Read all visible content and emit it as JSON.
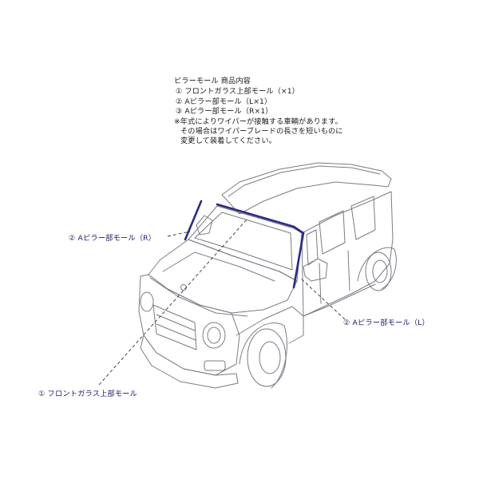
{
  "notes": {
    "title": "ピラーモール 商品内容",
    "items": [
      "① フロントガラス上部モール（×1）",
      "② Aピラー部モール（L×1）",
      "③ Aピラー部モール（R×1）"
    ],
    "caution": [
      "※年式によりワイパーが接触する車輌があります。",
      "その場合はワイパーブレードの長さを短いものに",
      "変更して装着してください。"
    ]
  },
  "callouts": {
    "pillar_right": "② Aピラー部モール（R）",
    "pillar_left": "② Aピラー部モール（L）",
    "windshield_top": "① フロントガラス上部モール"
  },
  "colors": {
    "part_highlight": "#2a2a8c",
    "outline": "#7a7a86",
    "leader": "#333333",
    "callout_text": "#1a1a6e"
  }
}
